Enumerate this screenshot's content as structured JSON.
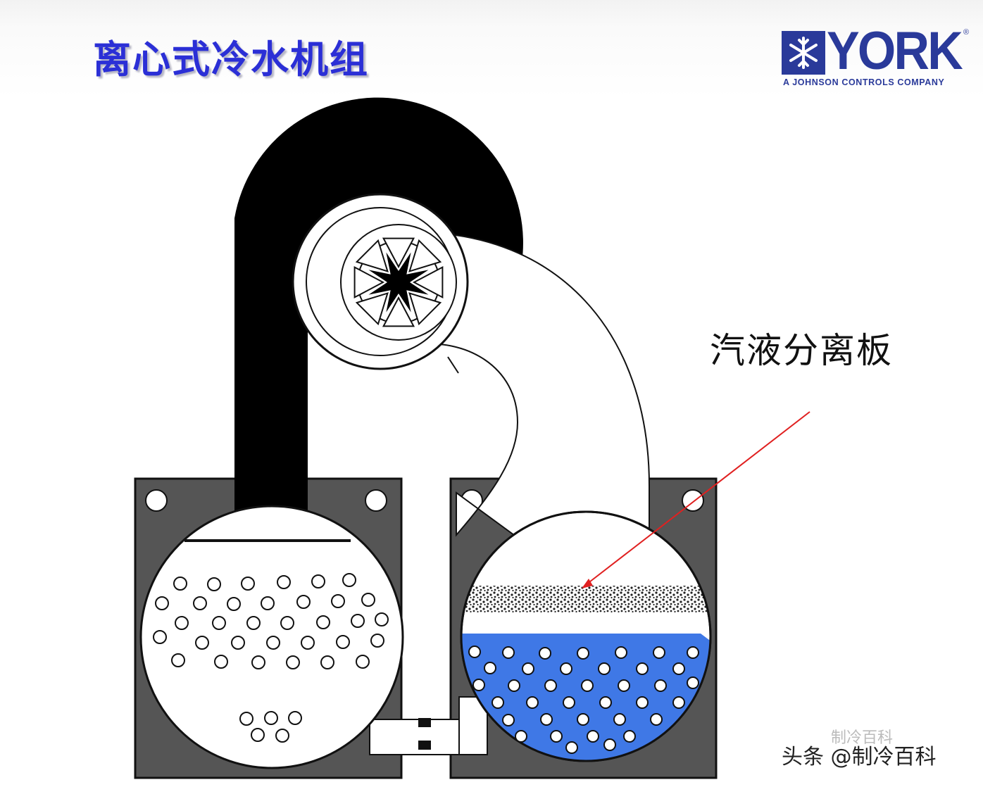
{
  "title": "离心式冷水机组",
  "logo": {
    "brand": "YORK",
    "registered": "®",
    "tagline": "A JOHNSON CONTROLS COMPANY",
    "color": "#2a3a9a"
  },
  "annotation": {
    "label": "汽液分离板",
    "arrow_color": "#e02020"
  },
  "watermark": {
    "faint": "制冷百科",
    "main": "头条 @制冷百科"
  },
  "colors": {
    "title": "#2b2fd6",
    "housing": "#555555",
    "pipe": "#000000",
    "liquid": "#3f78e6"
  }
}
